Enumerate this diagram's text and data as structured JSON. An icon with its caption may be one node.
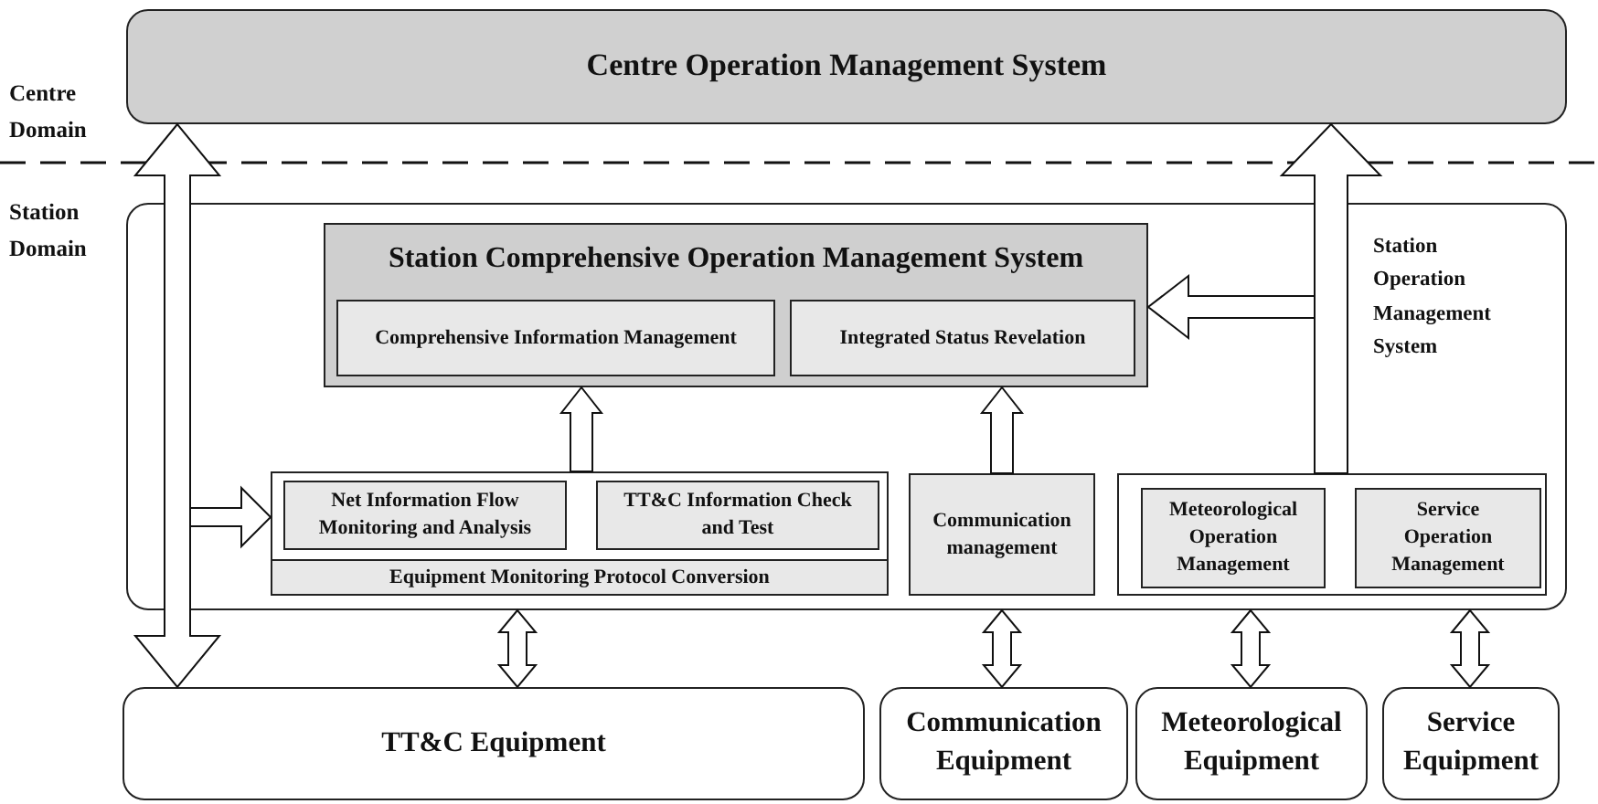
{
  "diagram": {
    "nodes": [
      {
        "text": [
          "Centre Operation Management System"
        ]
      },
      {
        "text": [
          "Station Operation Management System"
        ]
      },
      {
        "text": [
          "Station Comprehensive Operation Management System"
        ],
        "in": 1
      },
      {
        "text": [
          "Comprehensive Information Management"
        ],
        "in": 2
      },
      {
        "text": [
          "Integrated Status Revelation"
        ],
        "in": 2
      },
      {
        "text": [],
        "shape": "box",
        "in": 1
      },
      {
        "text": [
          "Net Information Flow Monitoring and Analysis"
        ],
        "in": 5
      },
      {
        "text": [
          "TT&C Information Check and Test"
        ],
        "in": 5
      },
      {
        "text": [
          "Equipment Monitoring Protocol Conversion"
        ],
        "in": 5
      },
      {
        "text": [
          "Communication management"
        ],
        "in": 1
      },
      {
        "text": [],
        "shape": "box",
        "in": 1
      },
      {
        "text": [
          "Meteorological Operation Management"
        ],
        "in": 10
      },
      {
        "text": [
          "Service Operation Management"
        ],
        "in": 10
      },
      {
        "text": [
          "TT&C Equipment"
        ]
      },
      {
        "text": [
          "Communication Equipment"
        ]
      },
      {
        "text": [
          "Meteorological Equipment"
        ]
      },
      {
        "text": [
          "Service Equipment"
        ]
      }
    ],
    "edges": [
      {
        "from": 0,
        "to": 13,
        "arrow": "both"
      },
      {
        "from": 10,
        "to": 0,
        "arrow": "to"
      },
      {
        "from": null,
        "to": 2,
        "arrow": "to"
      },
      {
        "from": null,
        "to": 5,
        "arrow": "to"
      },
      {
        "from": 5,
        "to": 2,
        "arrow": "to"
      },
      {
        "from": 9,
        "to": 2,
        "arrow": "to"
      },
      {
        "from": 1,
        "to": 13,
        "arrow": "both"
      },
      {
        "from": 1,
        "to": 14,
        "arrow": "both"
      },
      {
        "from": 1,
        "to": 15,
        "arrow": "both"
      },
      {
        "from": 1,
        "to": 16,
        "arrow": "both"
      }
    ],
    "labels": [
      "Centre Domain",
      "Station Domain"
    ]
  }
}
